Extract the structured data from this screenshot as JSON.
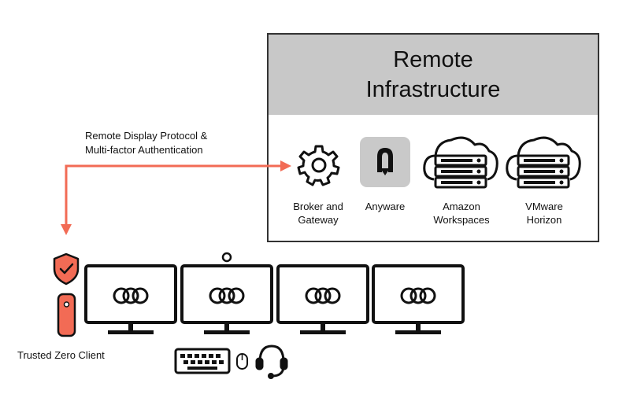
{
  "infrastructure": {
    "title_line1": "Remote",
    "title_line2": "Infrastructure",
    "components": [
      {
        "line1": "Broker and",
        "line2": "Gateway",
        "icon": "gear-icon"
      },
      {
        "line1": "Anyware",
        "line2": "",
        "icon": "anyware-logo-icon"
      },
      {
        "line1": "Amazon",
        "line2": "Workspaces",
        "icon": "cloud-server-icon"
      },
      {
        "line1": "VMware",
        "line2": "Horizon",
        "icon": "cloud-server-icon"
      }
    ]
  },
  "connection": {
    "label_line1": "Remote Display Protocol &",
    "label_line2": "Multi-factor Authentication",
    "color": "#f26b55"
  },
  "client": {
    "label": "Trusted Zero Client",
    "accent_color": "#f26b55",
    "monitor_count": 4,
    "peripherals": [
      "keyboard-icon",
      "mouse-icon",
      "headset-icon",
      "webcam-icon"
    ]
  }
}
